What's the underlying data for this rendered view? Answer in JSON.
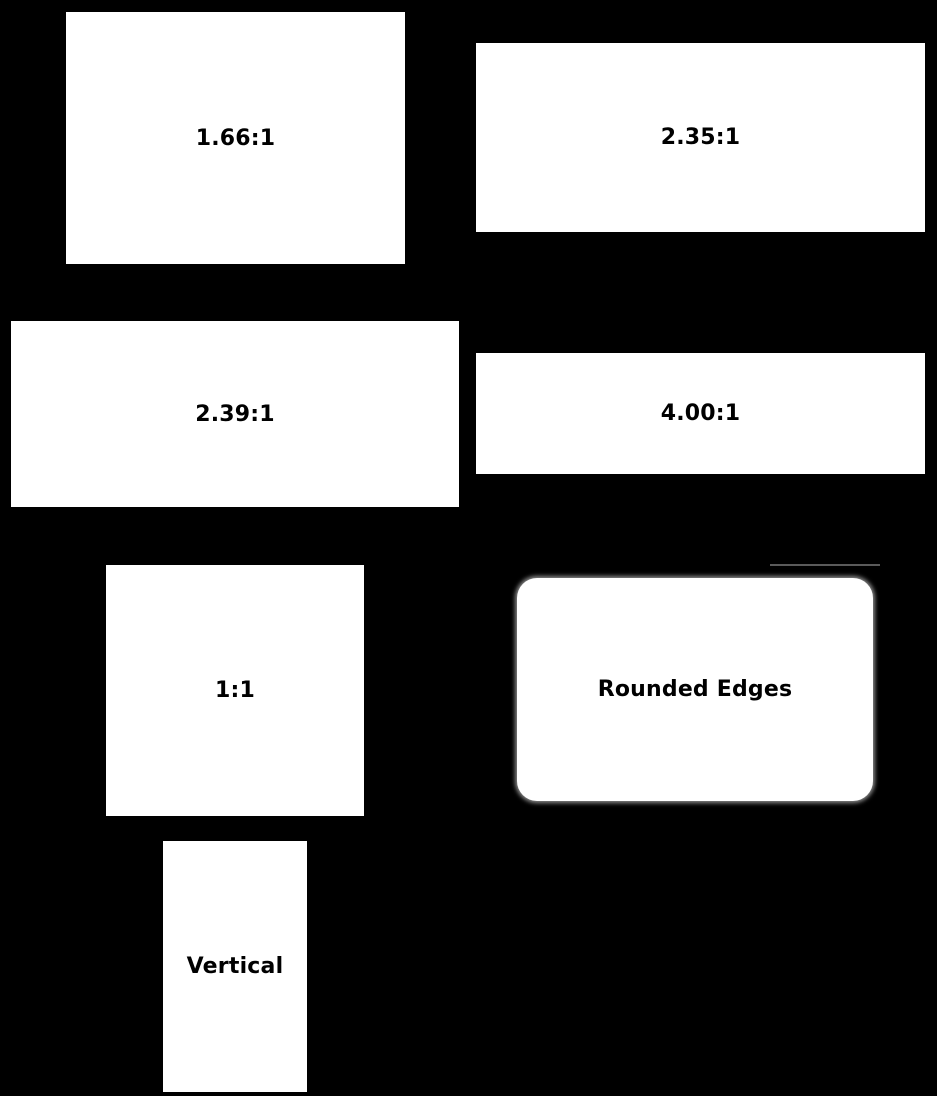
{
  "masks": {
    "r166": {
      "label": "1.66:1"
    },
    "r235": {
      "label": "2.35:1"
    },
    "r239": {
      "label": "2.39:1"
    },
    "r400": {
      "label": "4.00:1"
    },
    "r11": {
      "label": "1:1"
    },
    "rounded": {
      "label": "Rounded Edges"
    },
    "vertical": {
      "label": "Vertical"
    }
  },
  "colors": {
    "background": "#000000",
    "mask": "#ffffff",
    "text": "#000000"
  }
}
